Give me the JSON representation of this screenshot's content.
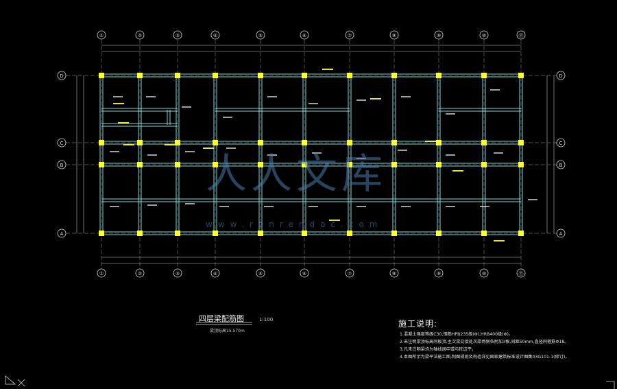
{
  "drawing": {
    "title": "四层梁配筋图",
    "scale": "1:100",
    "elevation": "梁顶标高15.570m"
  },
  "axes": {
    "vertical_labels": [
      "①",
      "②",
      "③",
      "④",
      "⑤",
      "⑥",
      "⑦",
      "⑧",
      "⑨",
      "⑩",
      "⑪"
    ],
    "horizontal_labels": [
      "D",
      "C",
      "B",
      "A"
    ]
  },
  "notes": {
    "heading": "施工说明:",
    "items": [
      "1.混凝土强度等级C30,钢筋HPB235级(Φ),HRB400级(Φ)。",
      "2.未注明梁顶标高同板顶,主次梁交接处次梁两侧各附加3根,间距50mm,直径同箍筋Φ18。",
      "3.凡未注明梁均为轴线居中或与柱边平。",
      "4.本图所示为梁平法施工图,制图规则及构造详见国家建筑标准设计图集03G101-1(修订)。"
    ]
  },
  "watermark": {
    "text": "人人文库",
    "url": "www.renrendoc.com"
  },
  "colors": {
    "background": "#000000",
    "beam": "#7fd6d6",
    "column": "#ffff33",
    "grid_line": "#c8c8c8",
    "annotation": "#e6e6e6",
    "highlight": "#ffff33"
  }
}
